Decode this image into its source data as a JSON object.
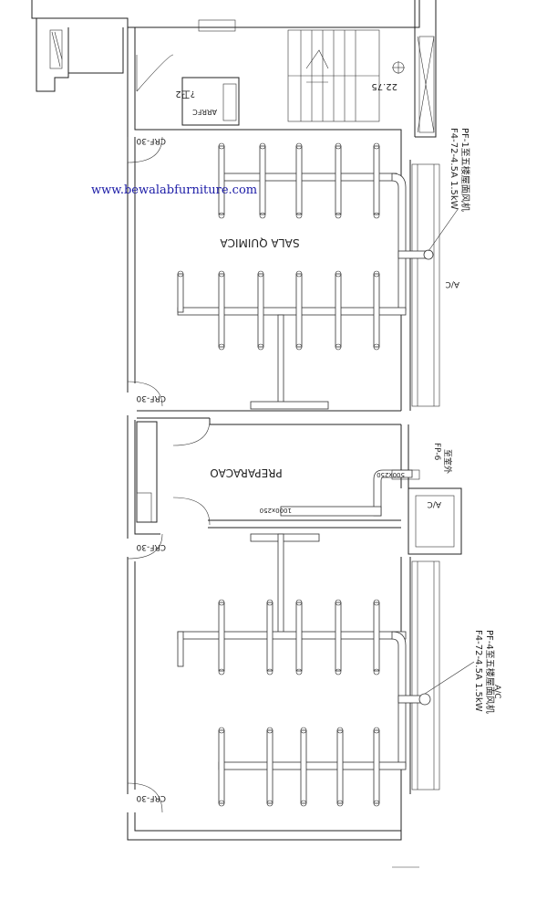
{
  "watermark": {
    "url": "www.bewalabfurniture.com",
    "color": "#1a1aa6"
  },
  "rooms": {
    "sala": "SALA QUIMICA",
    "prep": "PREPARACAO"
  },
  "labels": {
    "elevation": "22.75",
    "arrfc": "ARRFC",
    "toilet_mark": "?卫2",
    "door_upper_1": "CRF-30",
    "door_upper_2": "CRF-30",
    "door_lower_1": "CRF-30",
    "door_lower_2": "CRF-30",
    "ac_upper": "A/C",
    "ac_mid": "A/C",
    "ac_lower": "A/C",
    "pf1_line1": "PF-1至五楼屋面风机",
    "pf1_line2": "F4-72-4.5A 1.5kW",
    "pf4_line1": "PF-4至五楼屋面风机",
    "pf4_line2": "F4-72-4.5A 1.5kW",
    "fp_line1": "至室外",
    "fp_line2": "FP-6",
    "fp_box": "500x250",
    "bench_text": "1000x250"
  }
}
